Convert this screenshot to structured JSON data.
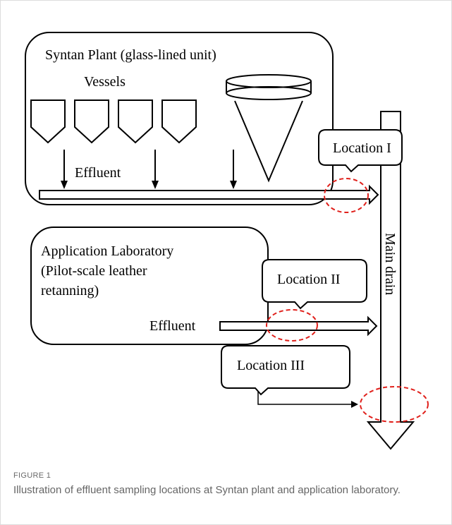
{
  "diagram": {
    "syntan_plant": {
      "title": "Syntan Plant (glass-lined unit)",
      "vessels_label": "Vessels",
      "effluent_label": "Effluent"
    },
    "application_lab": {
      "title_line1": "Application Laboratory",
      "title_line2": "(Pilot-scale leather",
      "title_line3": "retanning)",
      "effluent_label": "Effluent"
    },
    "main_drain_label": "Main drain",
    "locations": {
      "loc1": "Location I",
      "loc2": "Location II",
      "loc3": "Location III"
    },
    "colors": {
      "line": "#000000",
      "sampling_marker": "#e0201b"
    }
  },
  "figure": {
    "label": "FIGURE 1",
    "caption": "Illustration of effluent sampling locations at Syntan plant and application laboratory."
  }
}
